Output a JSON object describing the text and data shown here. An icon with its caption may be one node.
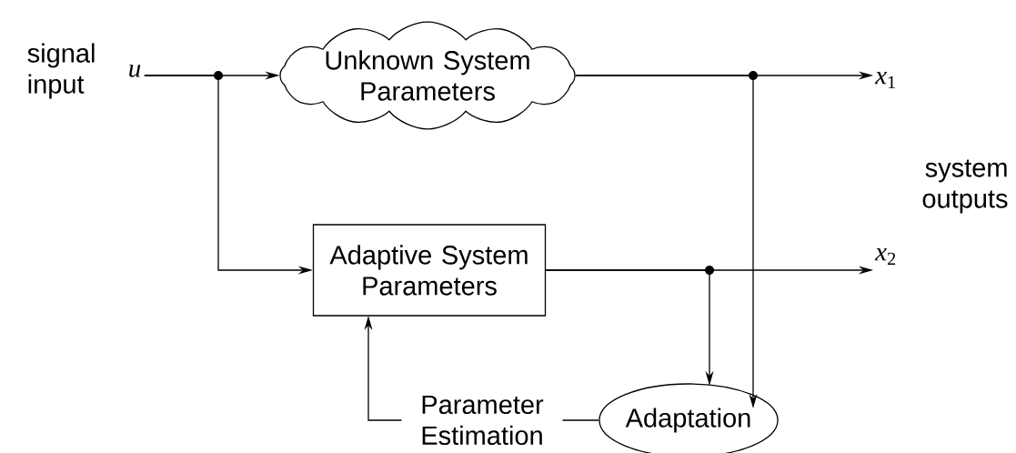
{
  "diagram": {
    "nodes": [
      {
        "text": [
          "*u*"
        ],
        "beside": [
          "signal input"
        ]
      },
      {
        "text": [
          "Unknown System Parameters"
        ]
      },
      {
        "text": [
          "*x*$_{1}$"
        ]
      },
      {
        "text": [
          "Adaptive System Parameters"
        ]
      },
      {
        "text": [
          "*x*$_{2}$"
        ]
      },
      {
        "text": [
          "Adaptation"
        ]
      }
    ],
    "edges": [
      {
        "from": 0,
        "to": 1,
        "arrow": "to"
      },
      {
        "from": 0,
        "to": 3,
        "arrow": "to"
      },
      {
        "from": 1,
        "to": 2,
        "arrow": "to"
      },
      {
        "from": 1,
        "to": 5,
        "arrow": "to"
      },
      {
        "from": 3,
        "to": 4,
        "arrow": "to"
      },
      {
        "from": 3,
        "to": 5,
        "arrow": "to"
      },
      {
        "from": 5,
        "to": 3,
        "arrow": "to",
        "label": "Parameter Estimation"
      }
    ],
    "labels": [
      "system outputs"
    ]
  }
}
